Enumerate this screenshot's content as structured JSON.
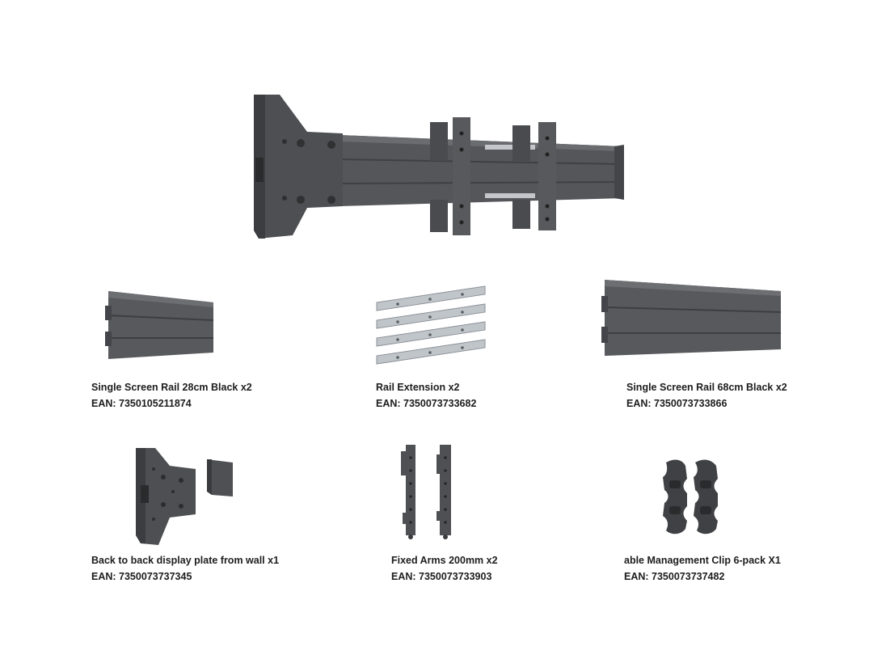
{
  "colors": {
    "metal_dark": "#4d4e50",
    "metal_mid": "#5e5f62",
    "metal_light": "#6c6d70",
    "groove": "#3a3b3d",
    "steel": "#b7bcc1",
    "text": "#1d1d1d"
  },
  "hero": {
    "icon": "assembled-wall-mount-icon"
  },
  "products": [
    {
      "icon": "rail-28cm-icon",
      "name": "Single Screen Rail 28cm Black x2",
      "ean": "EAN: 7350105211874"
    },
    {
      "icon": "rail-extension-icon",
      "name": "Rail Extension x2",
      "ean": "EAN: 7350073733682"
    },
    {
      "icon": "rail-68cm-icon",
      "name": "Single Screen Rail 68cm Black x2",
      "ean": "EAN: 7350073733866"
    },
    {
      "icon": "display-plate-icon",
      "name": "Back to back display plate from wall x1",
      "ean": "EAN: 7350073737345"
    },
    {
      "icon": "fixed-arm-icon",
      "name": "Fixed Arms 200mm x2",
      "ean": "EAN: 7350073733903"
    },
    {
      "icon": "cable-clip-icon",
      "name": "able Management Clip 6-pack X1",
      "ean": "EAN: 7350073737482"
    }
  ]
}
